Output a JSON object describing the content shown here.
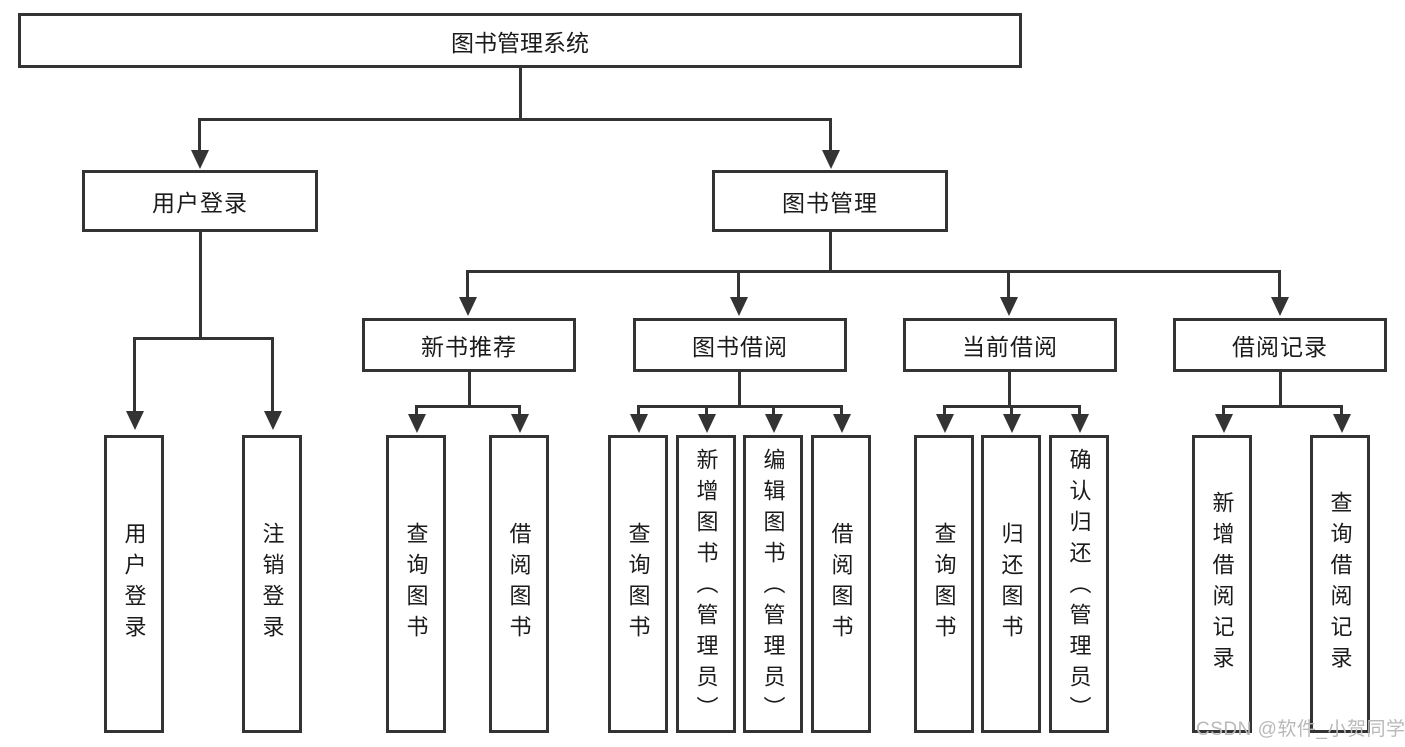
{
  "diagram": {
    "title": "图书管理系统",
    "root": {
      "label": "图书管理系统"
    },
    "level2": [
      {
        "label": "用户登录"
      },
      {
        "label": "图书管理"
      }
    ],
    "level3": [
      {
        "label": "新书推荐"
      },
      {
        "label": "图书借阅"
      },
      {
        "label": "当前借阅"
      },
      {
        "label": "借阅记录"
      }
    ],
    "leaves": {
      "user_login": [
        {
          "label": "用户登录"
        },
        {
          "label": "注销登录"
        }
      ],
      "new_book_recommend": [
        {
          "label": "查询图书"
        },
        {
          "label": "借阅图书"
        }
      ],
      "book_borrow": [
        {
          "label": "查询图书"
        },
        {
          "label": "新增图书（管理员）"
        },
        {
          "label": "编辑图书（管理员）"
        },
        {
          "label": "借阅图书"
        }
      ],
      "current_borrow": [
        {
          "label": "查询图书"
        },
        {
          "label": "归还图书"
        },
        {
          "label": "确认归还（管理员）"
        }
      ],
      "borrow_records": [
        {
          "label": "新增借阅记录"
        },
        {
          "label": "查询借阅记录"
        }
      ]
    }
  },
  "watermark": {
    "text": "CSDN @软件_小贺同学"
  },
  "colors": {
    "line": "#333333",
    "box_border": "#333333",
    "background": "#ffffff",
    "text": "#1b1b1b",
    "watermark": "#b9b9b9"
  }
}
